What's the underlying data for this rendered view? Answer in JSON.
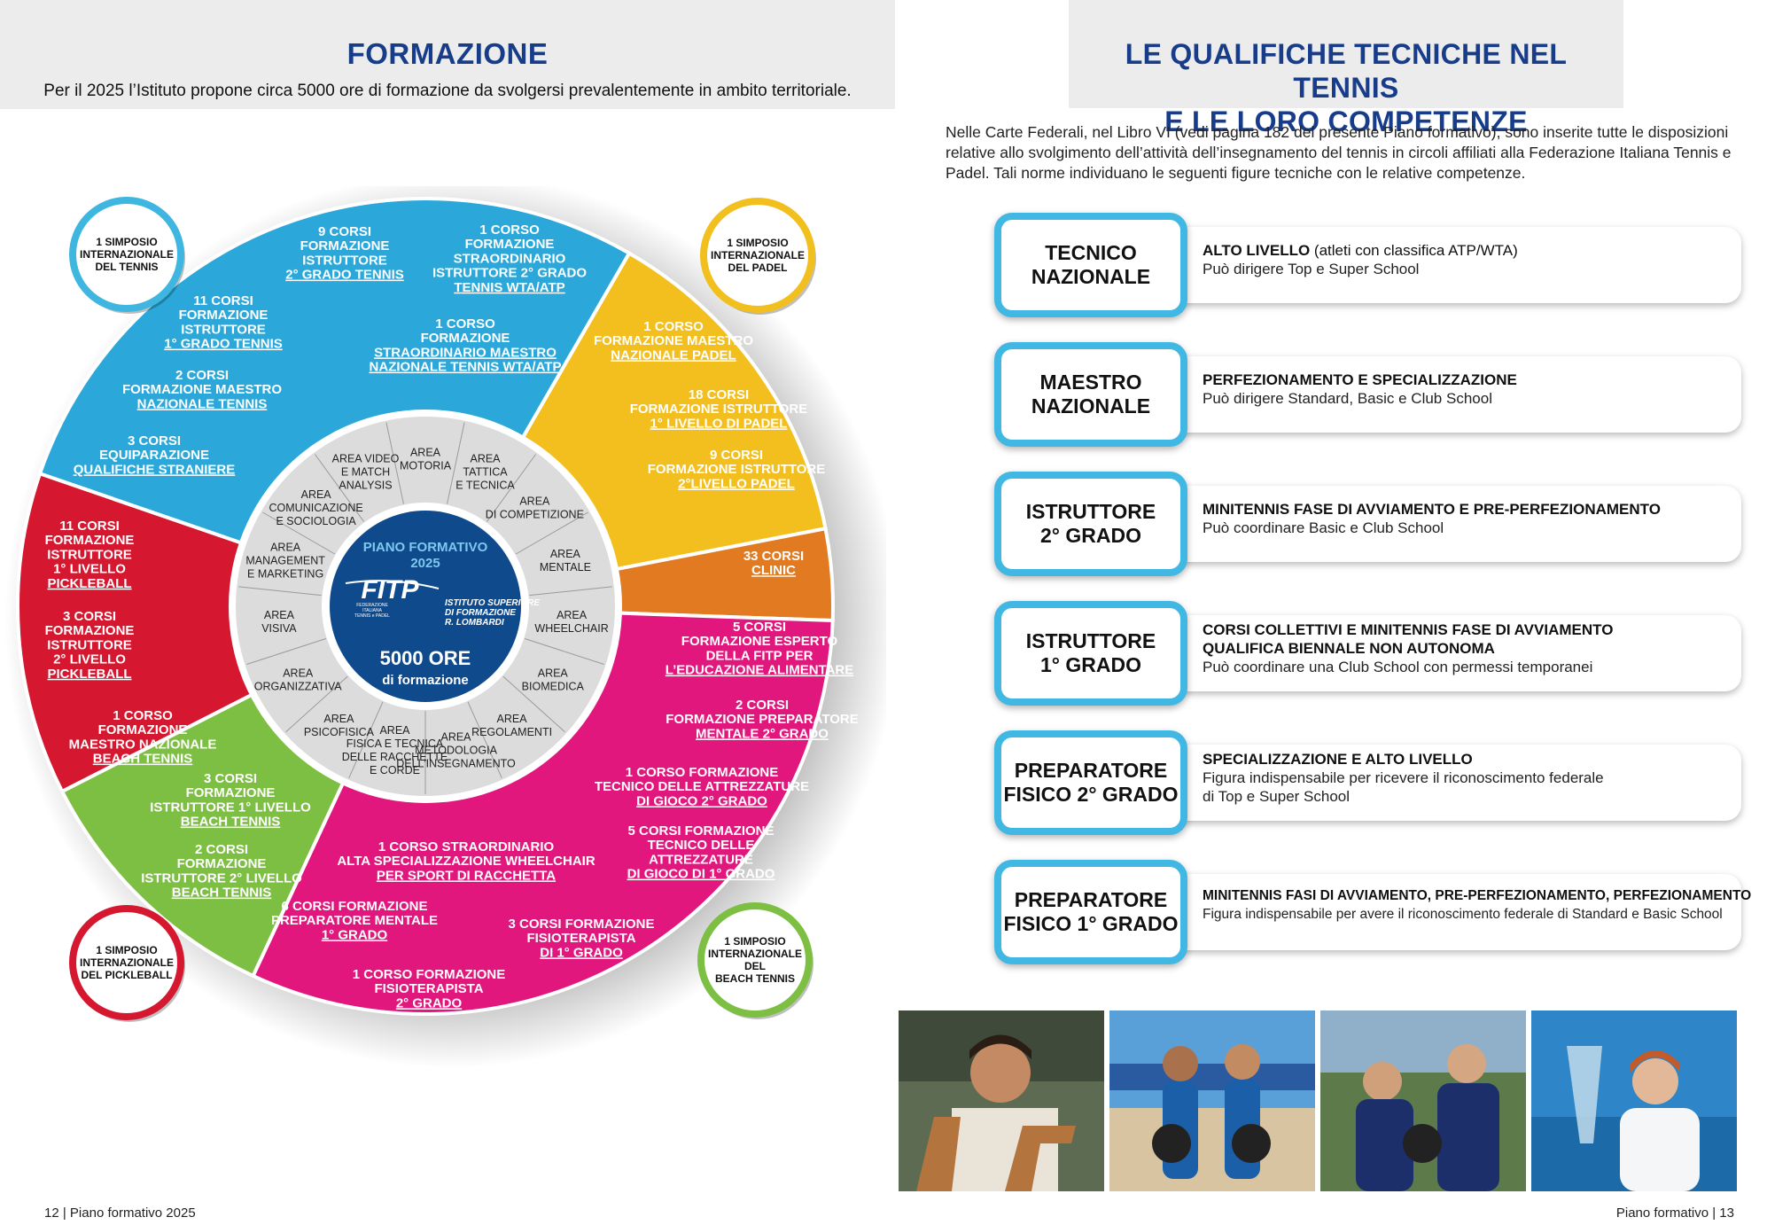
{
  "left": {
    "title": "FORMAZIONE",
    "subtitle": "Per il 2025 l’Istituto propone circa 5000 ore di formazione da svolgersi prevalentemente in ambito territoriale.",
    "footer": "12  |  Piano formativo 2025"
  },
  "wheel": {
    "center": {
      "title1": "PIANO FORMATIVO",
      "title2": "2025",
      "logo": "FITP",
      "logo_small1": "FEDERAZIONE",
      "logo_small2": "ITALIANA",
      "logo_small3": "TENNIS e PADEL",
      "inst1": "ISTITUTO SUPERIORE",
      "inst2": "DI FORMAZIONE",
      "inst3": "R. LOMBARDI",
      "hours": "5000 ORE",
      "hours_sub": "di formazione"
    },
    "symposia": [
      {
        "l1": "1 SIMPOSIO",
        "l2": "INTERNAZIONALE",
        "l3": "DEL TENNIS",
        "color": "#3eb6e0"
      },
      {
        "l1": "1 SIMPOSIO",
        "l2": "INTERNAZIONALE",
        "l3": "DEL PADEL",
        "color": "#f2c01e"
      },
      {
        "l1": "1 SIMPOSIO",
        "l2": "INTERNAZIONALE",
        "l3": "DEL PICKLEBALL",
        "color": "#d5172f"
      },
      {
        "l1": "1 SIMPOSIO",
        "l2": "INTERNAZIONALE",
        "l3": "DEL",
        "l4": "BEACH TENNIS",
        "color": "#7dbf43"
      }
    ],
    "areas": [
      {
        "l1": "AREA",
        "l2": "MOTORIA"
      },
      {
        "l1": "AREA",
        "l2": "TATTICA",
        "l3": "E TECNICA"
      },
      {
        "l1": "AREA",
        "l2": "DI COMPETIZIONE"
      },
      {
        "l1": "AREA",
        "l2": "MENTALE"
      },
      {
        "l1": "AREA",
        "l2": "WHEELCHAIR"
      },
      {
        "l1": "AREA",
        "l2": "BIOMEDICA"
      },
      {
        "l1": "AREA",
        "l2": "REGOLAMENTI"
      },
      {
        "l1": "AREA",
        "l2": "METODOLOGIA",
        "l3": "DELL’INSEGNAMENTO"
      },
      {
        "l1": "AREA",
        "l2": "FISICA E TECNICA",
        "l3": "DELLE RACCHETTE",
        "l4": "E CORDE"
      },
      {
        "l1": "AREA",
        "l2": "PSICOFISICA"
      },
      {
        "l1": "AREA",
        "l2": "ORGANIZZATIVA"
      },
      {
        "l1": "AREA",
        "l2": "VISIVA"
      },
      {
        "l1": "AREA",
        "l2": "MANAGEMENT",
        "l3": "E MARKETING"
      },
      {
        "l1": "AREA",
        "l2": "COMUNICAZIONE",
        "l3": "E SOCIOLOGIA"
      },
      {
        "l1": "AREA VIDEO",
        "l2": "E MATCH",
        "l3": "ANALYSIS"
      }
    ],
    "blue": [
      {
        "l1": "9 CORSI",
        "l2": "FORMAZIONE",
        "l3": "ISTRUTTORE",
        "l4": "2° GRADO TENNIS"
      },
      {
        "l1": "1 CORSO",
        "l2": "FORMAZIONE",
        "l3": "STRAORDINARIO",
        "l4": "ISTRUTTORE 2° GRADO",
        "l5": "TENNIS WTA/ATP"
      },
      {
        "l1": "11 CORSI",
        "l2": "FORMAZIONE",
        "l3": "ISTRUTTORE",
        "l4": "1° GRADO TENNIS"
      },
      {
        "l1": "1 CORSO",
        "l2": "FORMAZIONE",
        "l3": "STRAORDINARIO MAESTRO",
        "l4": "NAZIONALE TENNIS WTA/ATP"
      },
      {
        "l1": "2 CORSI",
        "l2": "FORMAZIONE MAESTRO",
        "l3": "NAZIONALE TENNIS"
      },
      {
        "l1": "3 CORSI",
        "l2": "EQUIPARAZIONE",
        "l3": "QUALIFICHE STRANIERE"
      }
    ],
    "yellow": [
      {
        "l1": "1 CORSO",
        "l2": "FORMAZIONE MAESTRO",
        "l3": "NAZIONALE PADEL"
      },
      {
        "l1": "18 CORSI",
        "l2": "FORMAZIONE ISTRUTTORE",
        "l3": "1° LIVELLO DI PADEL"
      },
      {
        "l1": "9 CORSI",
        "l2": "FORMAZIONE ISTRUTTORE",
        "l3": "2°LIVELLO PADEL"
      }
    ],
    "orange": {
      "l1": "33 CORSI",
      "l2": "CLINIC"
    },
    "red": [
      {
        "l1": "11 CORSI",
        "l2": "FORMAZIONE",
        "l3": "ISTRUTTORE",
        "l4": "1° LIVELLO",
        "l5": "PICKLEBALL"
      },
      {
        "l1": "3 CORSI",
        "l2": "FORMAZIONE",
        "l3": "ISTRUTTORE",
        "l4": "2° LIVELLO",
        "l5": "PICKLEBALL"
      }
    ],
    "green": [
      {
        "l1": "1 CORSO",
        "l2": "FORMAZIONE",
        "l3": "MAESTRO NAZIONALE",
        "l4": "BEACH TENNIS"
      },
      {
        "l1": "3 CORSI",
        "l2": "FORMAZIONE",
        "l3": "ISTRUTTORE 1° LIVELLO",
        "l4": "BEACH TENNIS"
      },
      {
        "l1": "2 CORSI",
        "l2": "FORMAZIONE",
        "l3": "ISTRUTTORE 2° LIVELLO",
        "l4": "BEACH TENNIS"
      }
    ],
    "magenta": [
      {
        "l1": "5 CORSI",
        "l2": "FORMAZIONE ESPERTO",
        "l3": "DELLA FITP PER",
        "l4": "L’EDUCAZIONE ALIMENTARE"
      },
      {
        "l1": "2 CORSI",
        "l2": "FORMAZIONE PREPARATORE",
        "l3": "MENTALE 2° GRADO"
      },
      {
        "l1": "1 CORSO FORMAZIONE",
        "l2": "TECNICO DELLE ATTREZZATURE",
        "l3": "DI GIOCO 2° GRADO"
      },
      {
        "l1": "5 CORSI FORMAZIONE",
        "l2": "TECNICO DELLE",
        "l3": "ATTREZZATURE",
        "l4": "DI GIOCO DI 1° GRADO"
      },
      {
        "l1": "1 CORSO STRAORDINARIO",
        "l2": "ALTA SPECIALIZZAZIONE WHEELCHAIR",
        "l3": "PER SPORT DI RACCHETTA"
      },
      {
        "l1": "6 CORSI FORMAZIONE",
        "l2": "PREPARATORE MENTALE",
        "l3": "1° GRADO"
      },
      {
        "l1": "3 CORSI FORMAZIONE",
        "l2": "FISIOTERAPISTA",
        "l3": "DI 1° GRADO"
      },
      {
        "l1": "1 CORSO FORMAZIONE",
        "l2": "FISIOTERAPISTA",
        "l3": "2° GRADO"
      }
    ],
    "colors": {
      "blue": "#2ba8d9",
      "yellow": "#f3bf1e",
      "orange": "#e27a22",
      "red": "#d5172f",
      "green": "#7dbf43",
      "magenta": "#e2177e",
      "center": "#0f4a8c"
    }
  },
  "right": {
    "title1": "LE QUALIFICHE TECNICHE NEL TENNIS",
    "title2": "E LE LORO COMPETENZE",
    "intro": "Nelle Carte Federali, nel Libro VI (vedi pagina 182 del presente Piano formativo), sono inserite tutte le disposizioni relative allo svolgimento dell’attività dell’insegnamento del tennis in circoli affiliati alla Federazione Italiana Tennis e Padel. Tali norme individuano le seguenti figure tecniche con le relative competenze.",
    "qualifications": [
      {
        "title1": "TECNICO",
        "title2": "NAZIONALE",
        "head": "ALTO LIVELLO",
        "head_note": " (atleti con classifica ATP/WTA)",
        "desc1": "Può dirigere Top e Super School"
      },
      {
        "title1": "MAESTRO",
        "title2": "NAZIONALE",
        "head": "PERFEZIONAMENTO E SPECIALIZZAZIONE",
        "desc1": "Può dirigere Standard, Basic e Club School"
      },
      {
        "title1": "ISTRUTTORE",
        "title2": "2° GRADO",
        "head": "MINITENNIS FASE DI AVVIAMENTO E PRE-PERFEZIONAMENTO",
        "desc1": "Può coordinare Basic e Club School"
      },
      {
        "title1": "ISTRUTTORE",
        "title2": "1° GRADO",
        "head": "CORSI COLLETTIVI E MINITENNIS FASE DI AVVIAMENTO",
        "head2": "QUALIFICA BIENNALE NON AUTONOMA",
        "desc1": "Può coordinare una Club School con permessi temporanei"
      },
      {
        "title1": "PREPARATORE",
        "title2": "FISICO 2° GRADO",
        "head": "SPECIALIZZAZIONE E ALTO LIVELLO",
        "desc1": "Figura indispensabile per ricevere il riconoscimento federale",
        "desc2": "di Top e Super School"
      },
      {
        "title1": "PREPARATORE",
        "title2": "FISICO 1° GRADO",
        "head": "MINITENNIS FASI DI AVVIAMENTO, PRE-PERFEZIONAMENTO, PERFEZIONAMENTO",
        "desc1": "Figura indispensabile per avere il riconoscimento federale di Standard e Basic School"
      }
    ],
    "footer": "Piano formativo  |  13"
  }
}
